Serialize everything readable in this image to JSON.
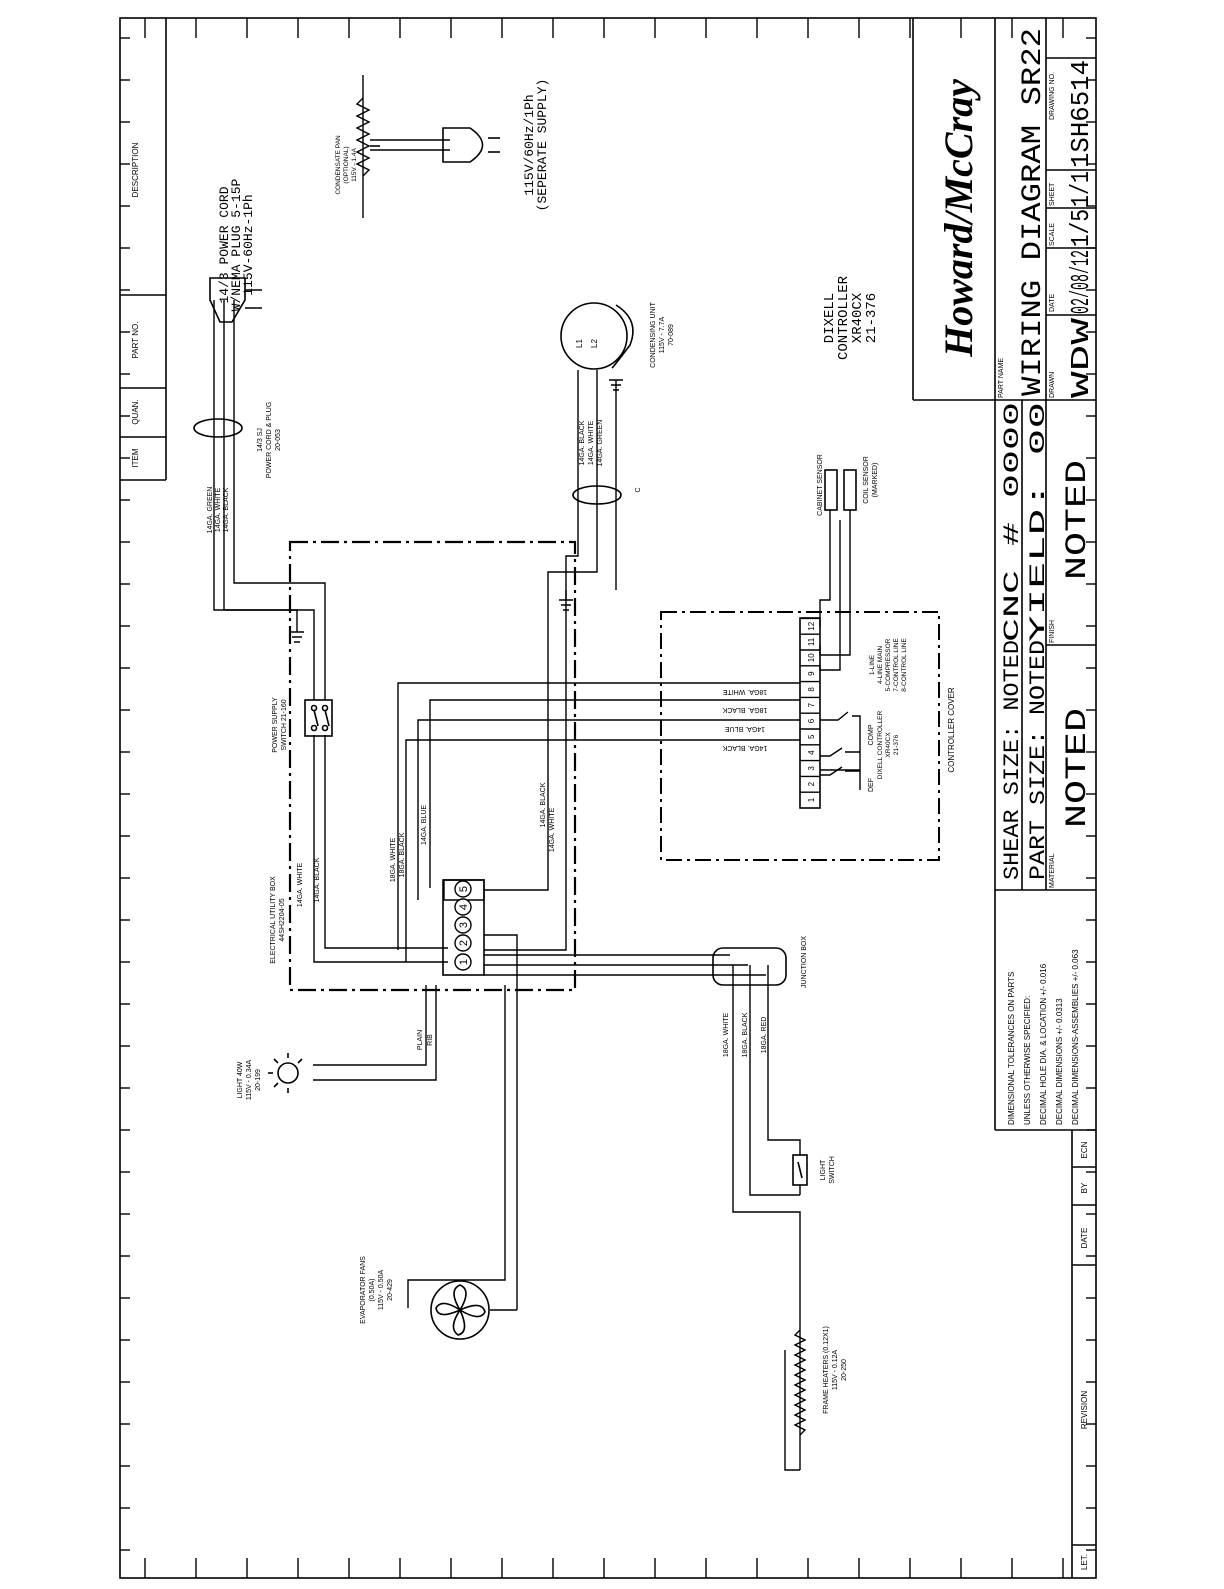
{
  "title_block": {
    "company": "Howard/McCray",
    "part_name_label": "PART NAME",
    "part_name": "WIRING DIAGRAM SR22",
    "drawn_label": "DRAWN",
    "drawn": "WDW",
    "date_label": "DATE",
    "date": "02/08/12",
    "scale_label": "SCALE",
    "scale": "1/5",
    "sheet_label": "SHEET",
    "sheet": "1/1",
    "drawing_no_label": "DRAWING NO.",
    "drawing_no": "1SH6514",
    "cnc": "CNC # 0000",
    "yield": "YIELD: 00",
    "finish_label": "FINISH",
    "finish": "NOTED",
    "shear_size": "SHEAR SIZE: NOTED",
    "part_size": "PART SIZE: NOTED",
    "material_label": "MATERIAL",
    "material": "NOTED"
  },
  "tolerances": [
    "DIMENSIONAL TOLERANCES ON PARTS",
    "UNLESS OTHERWISE SPECIFIED:",
    "DECIMAL HOLE DIA. & LOCATION +/- 0.016",
    "DECIMAL DIMENSIONS +/- 0.0313",
    "DECIMAL DIMENSIONS-ASSEMBLIES +/- 0.063"
  ],
  "parts_header": {
    "item": "ITEM",
    "quan": "QUAN.",
    "part_no": "PART NO.",
    "description": "DESCRIPTION"
  },
  "revision_header": {
    "let": "LET.",
    "revision": "REVISION",
    "date": "DATE",
    "by": "BY",
    "ecn": "ECN"
  },
  "components": {
    "power_cord": [
      "14/3 POWER CORD",
      "W/NEMA PLUG 5-15P",
      "115V-60Hz-1Ph"
    ],
    "cord_part": [
      "14/3 SJ",
      "POWER CORD & PLUG",
      "20-053"
    ],
    "condensate_pan": [
      "CONDENSATE PAN",
      "(OPTIONAL)",
      "115V - 1.4A"
    ],
    "supply": [
      "115V/60Hz/1Ph",
      "(SEPERATE SUPPLY)"
    ],
    "condensing_unit": [
      "CONDENSING UNIT",
      "115V - 7.7A",
      "70-089"
    ],
    "dixell": [
      "DIXELL",
      "CONTROLLER",
      "XR40CX",
      "21-376"
    ],
    "cabinet_sensor": "CABINET SENSOR",
    "coil_sensor": [
      "COIL SENSOR",
      "(MARKED)"
    ],
    "power_switch": [
      "POWER SUPPLY",
      "SWITCH 21-160"
    ],
    "utility_box": [
      "ELECTRICAL UTILITY BOX",
      "44SH2204-05"
    ],
    "junction_box": "JUNCTION BOX",
    "controller_cover": "CONTROLLER COVER",
    "controller_legend": [
      "1-LINE",
      "4-LINE MAIN",
      "5-COMPRESSOR",
      "7-CONTROL LINE",
      "8-CONTROL LINE"
    ],
    "comp": "COMP",
    "def": "DEF",
    "dixell_small": [
      "DIXELL CONTROLLER",
      "XR40CX",
      "21-376"
    ],
    "light": [
      "LIGHT 40W",
      "115V - 0.34A",
      "20-199"
    ],
    "light_switch": [
      "LIGHT",
      "SWITCH"
    ],
    "evap_fans": [
      "EVAPORATOR FANS",
      "(0.50A)",
      "115V - 0.50A",
      "20-429"
    ],
    "frame_heaters": [
      "FRAME HEATERS (0.12X1)",
      "115V - 0.12A",
      "20-250"
    ],
    "plain": "PLAIN",
    "rib": "RIB",
    "cu_l1": "L1",
    "cu_l2": "L2",
    "c_label": "C"
  },
  "wire_labels": {
    "cord": [
      "14GA. GREEN",
      "14GA. WHITE",
      "14GA. BLACK"
    ],
    "cu": [
      "14GA. BLACK",
      "14GA. WHITE",
      "14GA. GREEN"
    ],
    "box_white": "14GA. WHITE",
    "box_black": "14GA. BLACK",
    "w18_white": "18GA. WHITE",
    "w18_black": "18GA. BLACK",
    "w14_blue": "14GA. BLUE",
    "cu_black": "14GA. BLACK",
    "cu_white": "14GA. WHITE",
    "ctrl": [
      "18GA. WHITE",
      "18GA. BLACK",
      "14GA. BLUE",
      "14GA. BLACK"
    ],
    "jb": [
      "18GA. WHITE",
      "18GA. BLACK",
      "18GA. RED"
    ]
  },
  "terminals": [
    "1",
    "2",
    "3",
    "4",
    "5",
    "6",
    "7",
    "8",
    "9",
    "10",
    "11",
    "12"
  ],
  "block_terminals": [
    "1",
    "2",
    "3",
    "4",
    "5"
  ]
}
